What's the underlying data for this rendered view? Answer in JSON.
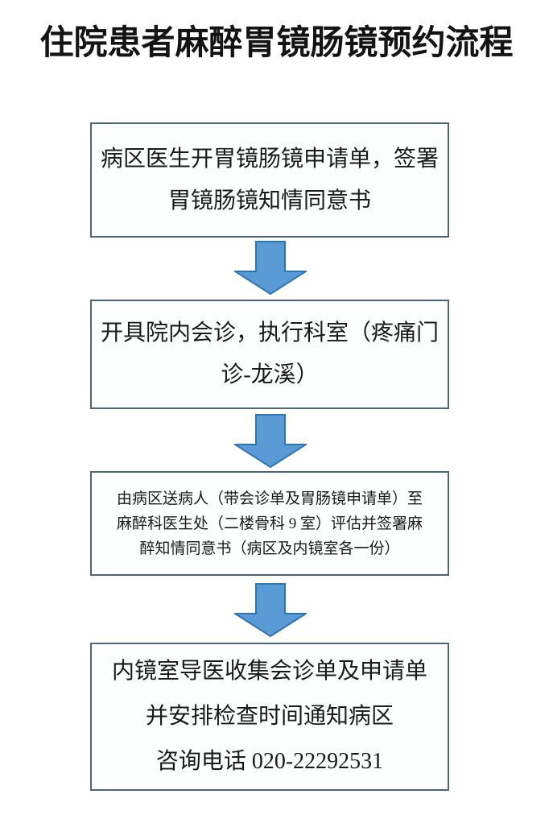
{
  "document": {
    "title": "住院患者麻醉胃镜肠镜预约流程"
  },
  "flow": {
    "accent_color": "#5B9BD5",
    "accent_stroke_color": "#2E75B6",
    "box_border_color": "#4C6773",
    "box_fill_color": "#FDFEFE",
    "title_color": "#141414",
    "steps": [
      {
        "id": "step-1",
        "lines": [
          "病区医生开胃镜肠镜申请单，签署",
          "胃镜肠镜知情同意书"
        ]
      },
      {
        "id": "step-2",
        "lines": [
          "开具院内会诊，执行科室（疼痛门",
          "诊-龙溪）"
        ]
      },
      {
        "id": "step-3",
        "lines": [
          "由病区送病人（带会诊单及胃肠镜申请单）至",
          "麻醉科医生处（二楼骨科 9 室）评估并签署麻",
          "醉知情同意书（病区及内镜室各一份）"
        ]
      },
      {
        "id": "step-4",
        "lines": [
          "内镜室导医收集会诊单及申请单",
          "并安排检查时间通知病区",
          "咨询电话 020-22292531"
        ]
      }
    ],
    "connectors": [
      {
        "id": "connector-1",
        "icon": "arrow-down-icon"
      },
      {
        "id": "connector-2",
        "icon": "arrow-down-icon"
      },
      {
        "id": "connector-3",
        "icon": "arrow-down-icon"
      }
    ]
  }
}
